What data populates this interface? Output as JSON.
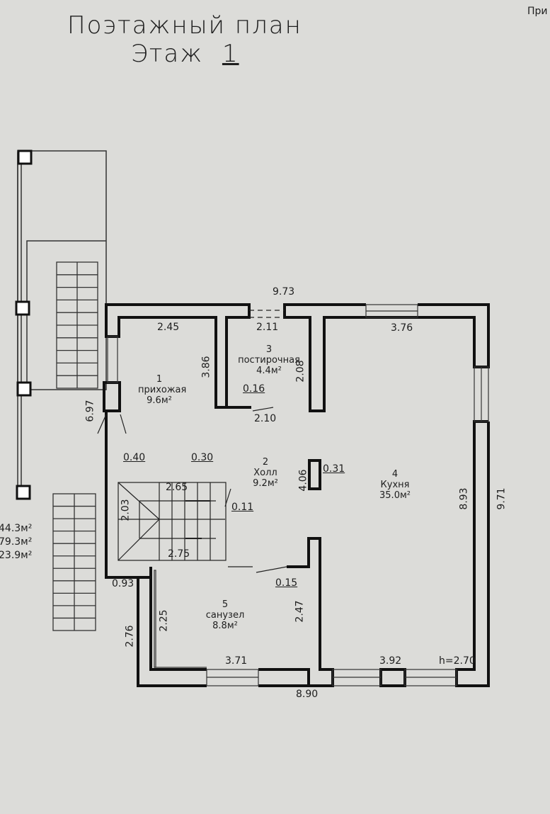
{
  "header": {
    "title_line1": "Поэтажный план",
    "title_line2_prefix": "Этаж",
    "title_line2_floor": "1",
    "corner_text": "При"
  },
  "areas_summary": [
    "44.3м²",
    "79.3м²",
    "23.9м²"
  ],
  "rooms": [
    {
      "number": "1",
      "name": "прихожая",
      "area": "9.6м²"
    },
    {
      "number": "2",
      "name": "Холл",
      "area": "9.2м²"
    },
    {
      "number": "3",
      "name": "постирочная",
      "area": "4.4м²"
    },
    {
      "number": "4",
      "name": "Кухня",
      "area": "35.0м²"
    },
    {
      "number": "5",
      "name": "санузел",
      "area": "8.8м²"
    }
  ],
  "dimensions": {
    "top_overall": "9.73",
    "room1_width": "2.45",
    "room1_height": "3.86",
    "room3_door": "2.11",
    "room3_height": "2.08",
    "room3_bottom": "2.10",
    "room3_wall": "0.16",
    "kitchen_top": "3.76",
    "left_overall": "6.97",
    "wall_040": "0.40",
    "wall_030": "0.30",
    "stair_top": "2.65",
    "stair_height": "2.03",
    "stair_bottom": "2.75",
    "wall_011": "0.11",
    "pillar_height": "4.06",
    "pillar_width": "0.31",
    "kitchen_height": "8.93",
    "right_overall": "9.71",
    "left_step": "0.93",
    "wall_015": "0.15",
    "left_bottom": "2.76",
    "bath_left": "2.25",
    "bath_right": "2.47",
    "bath_bottom": "3.71",
    "kitchen_bottom": "3.92",
    "ceiling_height": "h=2.70",
    "bottom_overall": "8.90"
  }
}
